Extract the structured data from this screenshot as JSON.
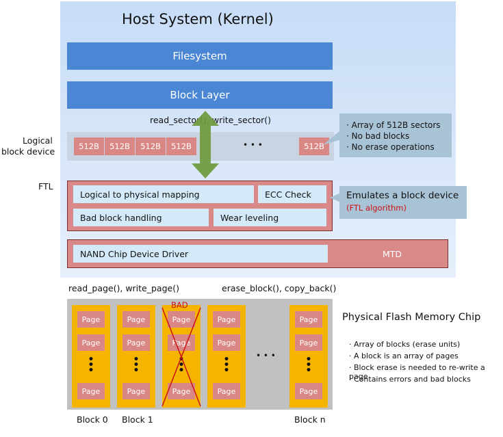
{
  "host": {
    "title": "Host System (Kernel)",
    "filesystem": "Filesystem",
    "block_layer": "Block Layer",
    "sector_calls": "read_sector(), write_sector()",
    "sector_label": "512B",
    "ellipsis": "• • •"
  },
  "left_labels": {
    "logical_line1": "Logical",
    "logical_line2": "block device",
    "ftl": "FTL"
  },
  "logical_note": {
    "items": [
      "· Array of 512B sectors",
      "· No bad blocks",
      "· No erase operations"
    ]
  },
  "ftl": {
    "mapping": "Logical to physical mapping",
    "ecc": "ECC Check",
    "bad_block": "Bad block handling",
    "wear": "Wear leveling",
    "note_title": "Emulates a block device",
    "note_sub": "(FTL algorithm)"
  },
  "mtd": {
    "driver": "NAND Chip Device Driver",
    "label": "MTD"
  },
  "calls": {
    "left": "read_page(), write_page()",
    "right": "erase_block(), copy_back()"
  },
  "chip": {
    "title": "Physical Flash Memory Chip",
    "page_label": "Page",
    "bad_label": "BAD",
    "ellipsis": "• • •",
    "vdots": "•\n•\n•",
    "block_labels": [
      "Block 0",
      "Block 1",
      "Block n"
    ],
    "bullets": [
      "· Array of blocks (erase units)",
      "· A block is an array of pages",
      "· Block erase is needed to re-write a page",
      "· Contains errors and bad blocks"
    ]
  },
  "colors": {
    "host_bg": "#d3e3f8",
    "blue_bar": "#4a86d4",
    "sector": "#d98784",
    "ftl_bg": "#d98a88",
    "block": "#f4b400",
    "arrow": "#6e9a3c",
    "bad": "#cc1111"
  }
}
